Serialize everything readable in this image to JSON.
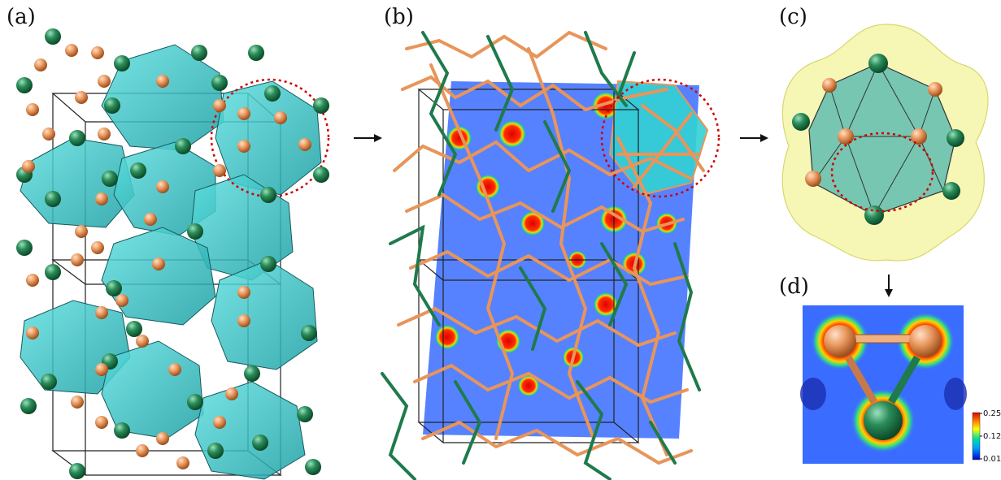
{
  "panels": {
    "a": {
      "label": "(a)"
    },
    "b": {
      "label": "(b)"
    },
    "c": {
      "label": "(c)"
    },
    "d": {
      "label": "(d)"
    }
  },
  "colorbar": {
    "max_label": "0.25",
    "mid_label": "0.12",
    "min_label": "0.01",
    "colors": [
      "#0000cc",
      "#00a0ff",
      "#00e0a0",
      "#ffff00",
      "#ff8000",
      "#e00000"
    ]
  },
  "colors": {
    "polyhedron": "#33c4c8",
    "atom_green": "#1f7a4c",
    "atom_orange": "#e8955a",
    "highlight_circle": "#d10000",
    "isosurface": "#f4f4a8",
    "density_field": "#3a6cff"
  }
}
